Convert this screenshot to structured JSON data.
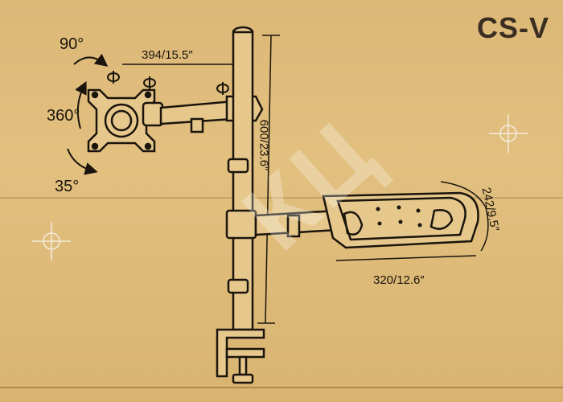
{
  "model_code": "CS-V",
  "rotation_labels": {
    "tilt_top": "90°",
    "swivel": "360°",
    "tilt_bottom": "35°"
  },
  "dimensions": {
    "arm_reach": "394/15.5″",
    "pole_height": "600/23.6″",
    "tray_depth": "242/9.5″",
    "tray_width": "320/12.6″"
  },
  "watermark": "КЦ"
}
